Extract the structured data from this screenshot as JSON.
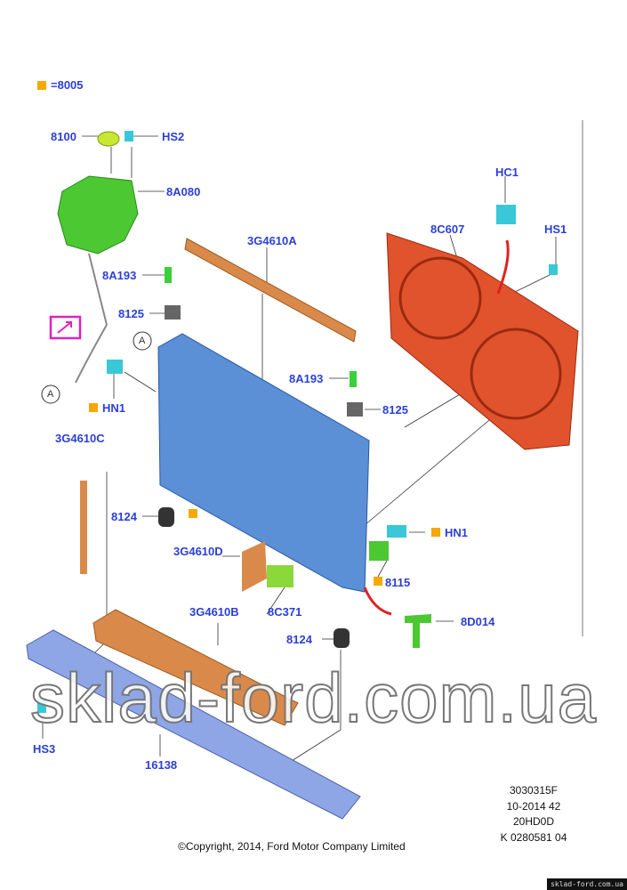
{
  "legend": {
    "symbol": "orange-square",
    "text": "=8005"
  },
  "labels": {
    "l8100": "8100",
    "hs2": "HS2",
    "l8a080": "8A080",
    "hc1": "HC1",
    "l8c607": "8C607",
    "hs1": "HS1",
    "l3g4610a": "3G4610A",
    "l8a193a": "8A193",
    "l8125a": "8125",
    "a1": "A",
    "a2": "A",
    "l8a193b": "8A193",
    "hn1a": "HN1",
    "l8125b": "8125",
    "l3g4610c": "3G4610C",
    "l8124a": "8124",
    "hn1b": "HN1",
    "l3g4610d": "3G4610D",
    "l8115": "8115",
    "l8c371": "8C371",
    "l3g4610b": "3G4610B",
    "l8d014": "8D014",
    "l8124b": "8124",
    "hs3": "HS3",
    "l16138": "16138"
  },
  "codes": [
    "3030315F",
    "10-2014 42",
    "20HD0D",
    "K 0280581 04"
  ],
  "copyright": "©Copyright, 2014, Ford Motor Company Limited",
  "watermark": "sklad-ford.com.ua",
  "watermark_small": "sklad-ford.com.ua",
  "colors": {
    "label": "#2b3fd6",
    "radiator": "#5b8fd6",
    "shroud": "#e0532c",
    "tank": "#4cc832",
    "foam": "#d98a4a",
    "beam": "#8fa6e6",
    "marker": "#f5a800"
  }
}
